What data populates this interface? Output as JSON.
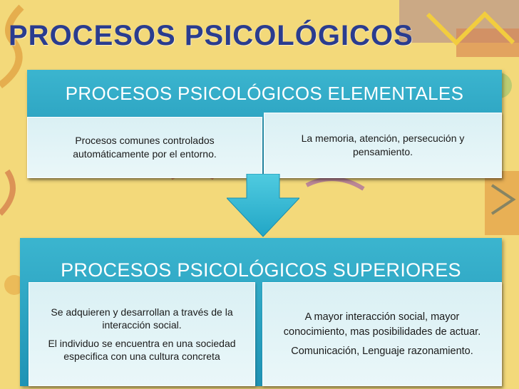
{
  "title": "PROCESOS  PSICOLÓGICOS",
  "elementales": {
    "heading": "PROCESOS  PSICOLÓGICOS ELEMENTALES",
    "left_box": [
      "Procesos comunes controlados",
      "automáticamente por el entorno."
    ],
    "right_box": [
      "La memoria, atención, persecución y",
      "pensamiento."
    ]
  },
  "superiores": {
    "heading": "PROCESOS  PSICOLÓGICOS SUPERIORES",
    "left_box": [
      "Se adquieren y desarrollan a través de la",
      "interacción social.",
      "El individuo se encuentra en una sociedad",
      "especifica con una cultura concreta"
    ],
    "right_box": [
      "A mayor interacción social, mayor",
      "conocimiento, mas posibilidades de actuar.",
      "Comunicación, Lenguaje razonamiento."
    ]
  },
  "colors": {
    "title": "#2a3c8f",
    "panel": "#29a5c4",
    "box": "#e2f4f7",
    "arrow": "#2fb9d4"
  }
}
